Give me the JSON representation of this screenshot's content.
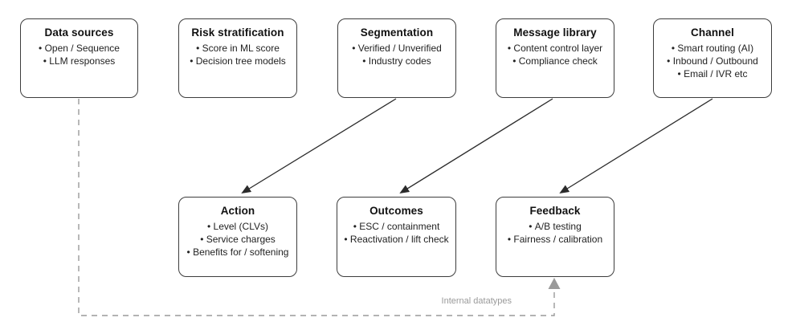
{
  "diagram": {
    "top_row": [
      {
        "title": "Data sources",
        "items": [
          "Open / Sequence",
          "LLM responses"
        ]
      },
      {
        "title": "Risk stratification",
        "items": [
          "Score in ML score",
          "Decision tree models"
        ]
      },
      {
        "title": "Segmentation",
        "items": [
          "Verified / Unverified",
          "Industry codes"
        ]
      },
      {
        "title": "Message library",
        "items": [
          "Content control layer",
          "Compliance check"
        ]
      },
      {
        "title": "Channel",
        "items": [
          "Smart routing (AI)",
          "Inbound / Outbound",
          "Email / IVR etc"
        ]
      }
    ],
    "bottom_row": [
      {
        "title": "Action",
        "items": [
          "Level (CLVs)",
          "Service charges",
          "Benefits for / softening"
        ]
      },
      {
        "title": "Outcomes",
        "items": [
          "ESC / containment",
          "Reactivation / lift check"
        ]
      },
      {
        "title": "Feedback",
        "items": [
          "A/B testing",
          "Fairness / calibration"
        ]
      }
    ],
    "connectors": {
      "solid_arrows": [
        {
          "from": "Segmentation",
          "to": "Action"
        },
        {
          "from": "Message library",
          "to": "Outcomes"
        },
        {
          "from": "Channel",
          "to": "Feedback"
        }
      ],
      "dashed_arrow": {
        "from": "Data sources",
        "to": "Feedback",
        "label": "Internal datatypes"
      }
    },
    "colors": {
      "box_border": "#3d3d3d",
      "title_text": "#111111",
      "body_text": "#222222",
      "solid_arrow": "#2b2b2b",
      "dashed_line": "#9a9a9a",
      "label_text": "#9a9a9a",
      "background": "#ffffff"
    }
  }
}
